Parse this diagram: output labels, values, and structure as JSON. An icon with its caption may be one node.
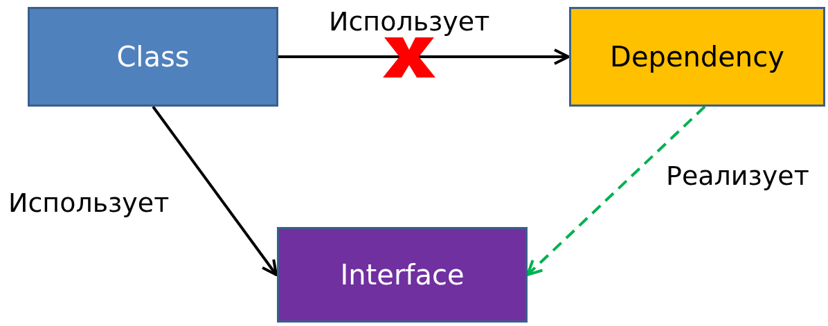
{
  "diagram": {
    "nodes": [
      {
        "text": [
          "Class"
        ]
      },
      {
        "text": [
          "Dependency"
        ]
      },
      {
        "text": [
          "Interface"
        ]
      }
    ],
    "edges": [
      {
        "from": 0,
        "to": 1,
        "arrow": "to",
        "label": "Использует"
      },
      {
        "from": 0,
        "to": 2,
        "arrow": "to",
        "label": "Использует"
      },
      {
        "from": 1,
        "to": 2,
        "arrow": "to",
        "label": "Реализует",
        "style": "dashed",
        "color": "#00b050"
      }
    ]
  }
}
